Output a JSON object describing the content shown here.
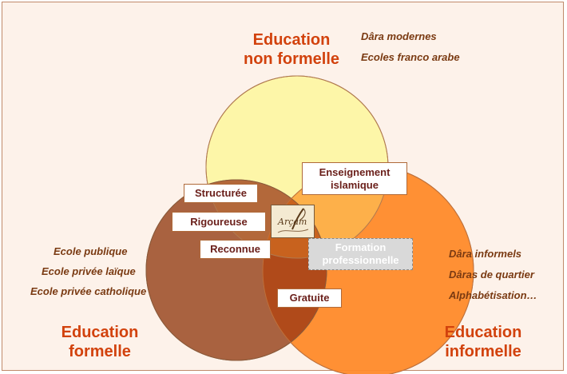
{
  "colors": {
    "background": "#fdf2ea",
    "title": "#d2420d",
    "circle_non_formelle": "#fdf6a8",
    "circle_formelle": "#a0522d",
    "circle_informelle": "#ff8a2a"
  },
  "titles": {
    "non_formelle": [
      "Education",
      "non formelle"
    ],
    "formelle": [
      "Education",
      "formelle"
    ],
    "informelle": [
      "Education",
      "informelle"
    ]
  },
  "lists": {
    "non_formelle": [
      "Dâra modernes",
      "Ecoles franco arabe"
    ],
    "formelle": [
      "Ecole publique",
      "Ecole privée laïque",
      "Ecole privée catholique"
    ],
    "informelle": [
      "Dâra informels",
      "Dâras de quartier",
      "Alphabétisation…"
    ]
  },
  "labels": {
    "structuree": "Structurée",
    "rigoureuse": "Rigoureuse",
    "reconnue": "Reconnue",
    "enseignement": [
      "Enseignement",
      "islamique"
    ],
    "formation": [
      "Formation",
      "professionnelle"
    ],
    "gratuite": "Gratuite"
  },
  "logo": {
    "text": "Arçam",
    "icon": "quill-logo-icon"
  }
}
